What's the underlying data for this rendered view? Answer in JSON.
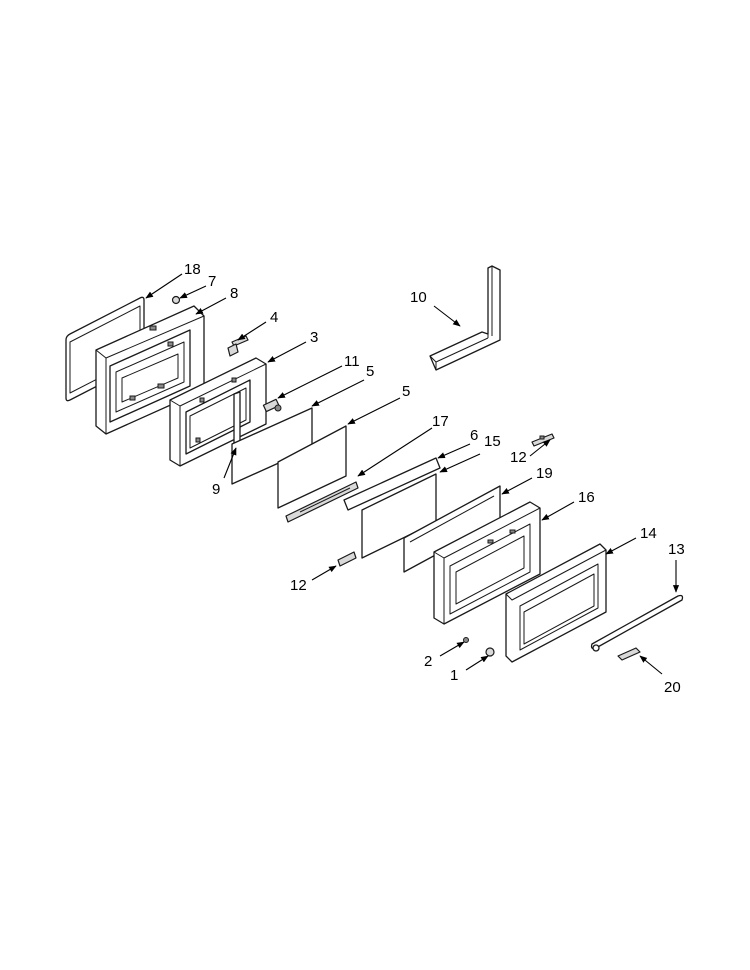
{
  "callouts": {
    "c1": "1",
    "c2": "2",
    "c3": "3",
    "c4": "4",
    "c5a": "5",
    "c5b": "5",
    "c6": "6",
    "c7": "7",
    "c8": "8",
    "c9": "9",
    "c10": "10",
    "c11": "11",
    "c12a": "12",
    "c12b": "12",
    "c13": "13",
    "c14": "14",
    "c15": "15",
    "c16": "16",
    "c17": "17",
    "c18": "18",
    "c19": "19",
    "c20": "20"
  }
}
